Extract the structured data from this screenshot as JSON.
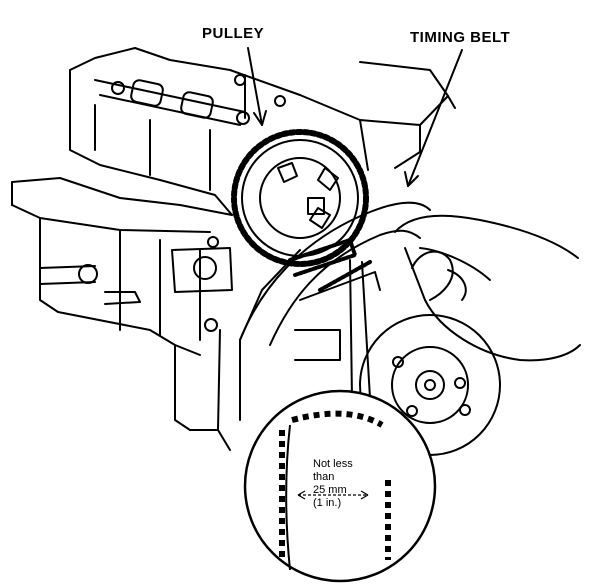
{
  "labels": {
    "pulley": "PULLEY",
    "timing_belt": "TIMING BELT"
  },
  "detail": {
    "line1": "Not less",
    "line2": "than",
    "line3": "25 mm",
    "line4": "(1 in.)"
  },
  "colors": {
    "ink": "#000000",
    "paper": "#ffffff"
  }
}
